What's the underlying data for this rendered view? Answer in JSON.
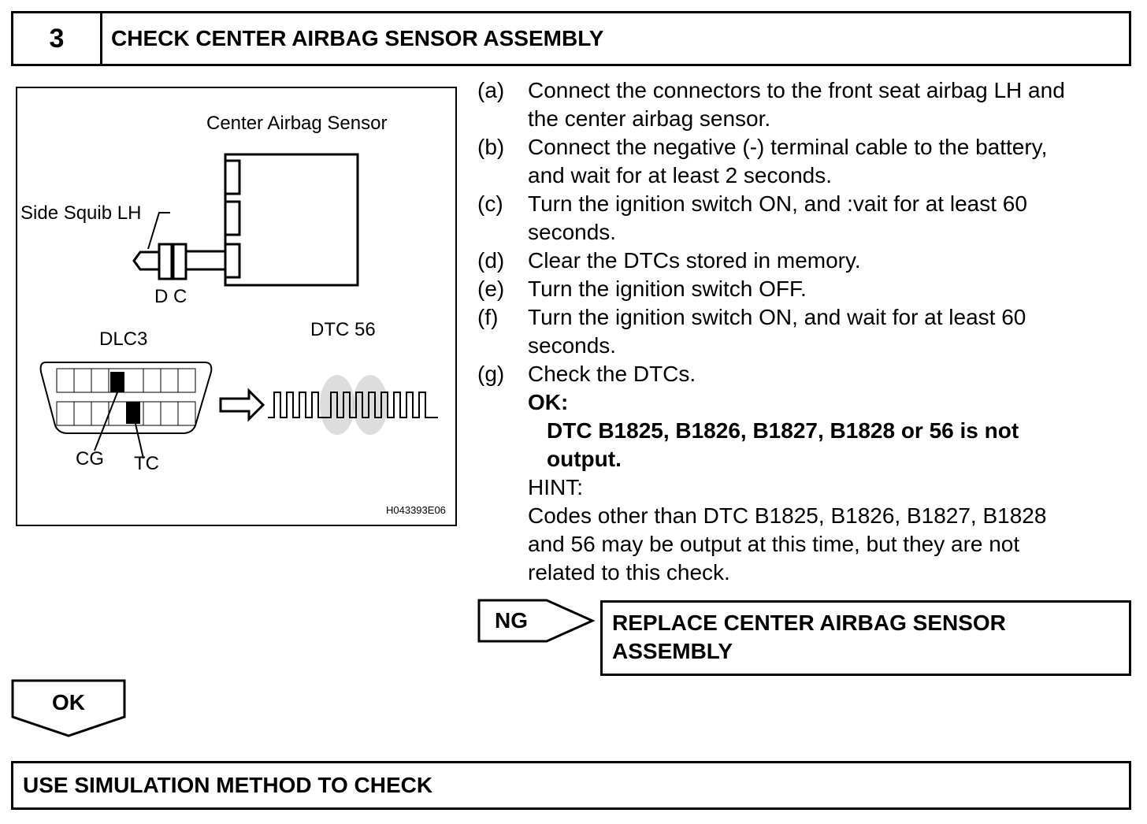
{
  "header": {
    "step_number": "3",
    "title": "CHECK CENTER AIRBAG SENSOR ASSEMBLY"
  },
  "figure": {
    "center_airbag_sensor_label": "Center Airbag Sensor",
    "side_squib_label": "Side Squib LH",
    "dc_label": "D C",
    "dlc3_label": "DLC3",
    "dtc_label": "DTC 56",
    "cg_label": "CG",
    "tc_label": "TC",
    "figure_id": "H043393E06"
  },
  "steps": [
    {
      "letter": "(a)",
      "line1": "Connect the connectors to the front seat airbag LH and",
      "line2": "the center airbag sensor."
    },
    {
      "letter": "(b)",
      "line1": "Connect the negative (-) terminal cable to the battery,",
      "line2": "and wait for at least 2 seconds."
    },
    {
      "letter": "(c)",
      "line1": "Turn the ignition switch ON, and :vait for at least 60",
      "line2": "seconds."
    },
    {
      "letter": "(d)",
      "line1": "Clear the DTCs stored in memory."
    },
    {
      "letter": "(e)",
      "line1": "Turn the ignition switch OFF."
    },
    {
      "letter": "(f)",
      "line1": "Turn the ignition switch ON, and wait for at least 60",
      "line2": "seconds."
    },
    {
      "letter": "(g)",
      "line1": "Check the DTCs."
    }
  ],
  "ok_block": {
    "label": "OK:",
    "line1": "DTC B1825, B1826, B1827, B1828 or 56 is not",
    "line2": "output."
  },
  "hint": {
    "label": "HINT:",
    "line1": "Codes other than DTC B1825, B1826, B1827, B1828",
    "line2": "and 56 may be output at this time, but they are not",
    "line3": "related to this check."
  },
  "ng": {
    "label": "NG",
    "result_line1": "REPLACE CENTER AIRBAG SENSOR",
    "result_line2": "ASSEMBLY"
  },
  "ok_flow": {
    "label": "OK"
  },
  "final": {
    "text": "USE SIMULATION METHOD TO CHECK"
  }
}
